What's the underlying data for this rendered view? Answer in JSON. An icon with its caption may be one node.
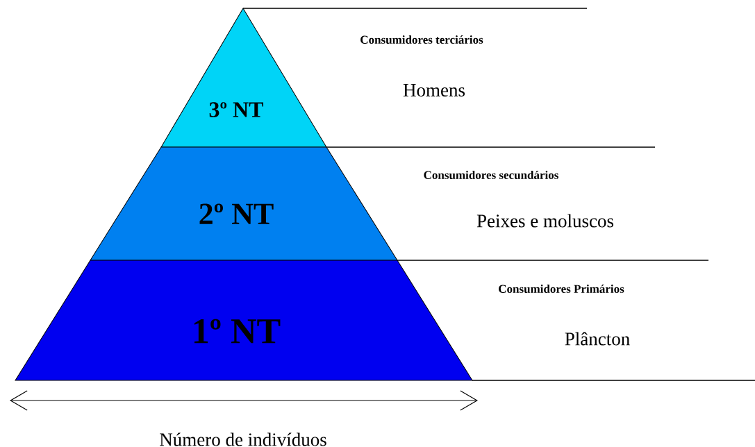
{
  "diagram": {
    "nodes": [
      {
        "text": [
          "3º NT"
        ],
        "beside": [
          "Consumidores terciários",
          "Homens"
        ]
      },
      {
        "text": [
          "2º NT"
        ],
        "beside": [
          "Consumidores secundários",
          "Peixes e moluscos"
        ]
      },
      {
        "text": [
          "1º NT"
        ],
        "beside": [
          "Consumidores  Primários",
          "Plâncton"
        ]
      }
    ],
    "edges": [],
    "labels": [
      "Número de indivíduos"
    ]
  }
}
